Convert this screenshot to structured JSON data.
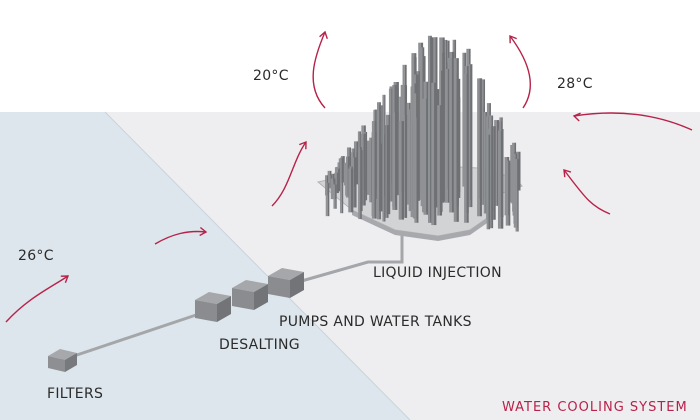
{
  "title": "WATER COOLING SYSTEM",
  "title_color": "#b8224a",
  "arrow_color": "#b8224a",
  "temperatures": {
    "top_left": "20°C",
    "top_right": "28°C",
    "left": "26°C"
  },
  "components": {
    "filters": "FILTERS",
    "desalting": "DESALTING",
    "pumps": "PUMPS AND WATER TANKS",
    "injection": "LIQUID INJECTION"
  }
}
